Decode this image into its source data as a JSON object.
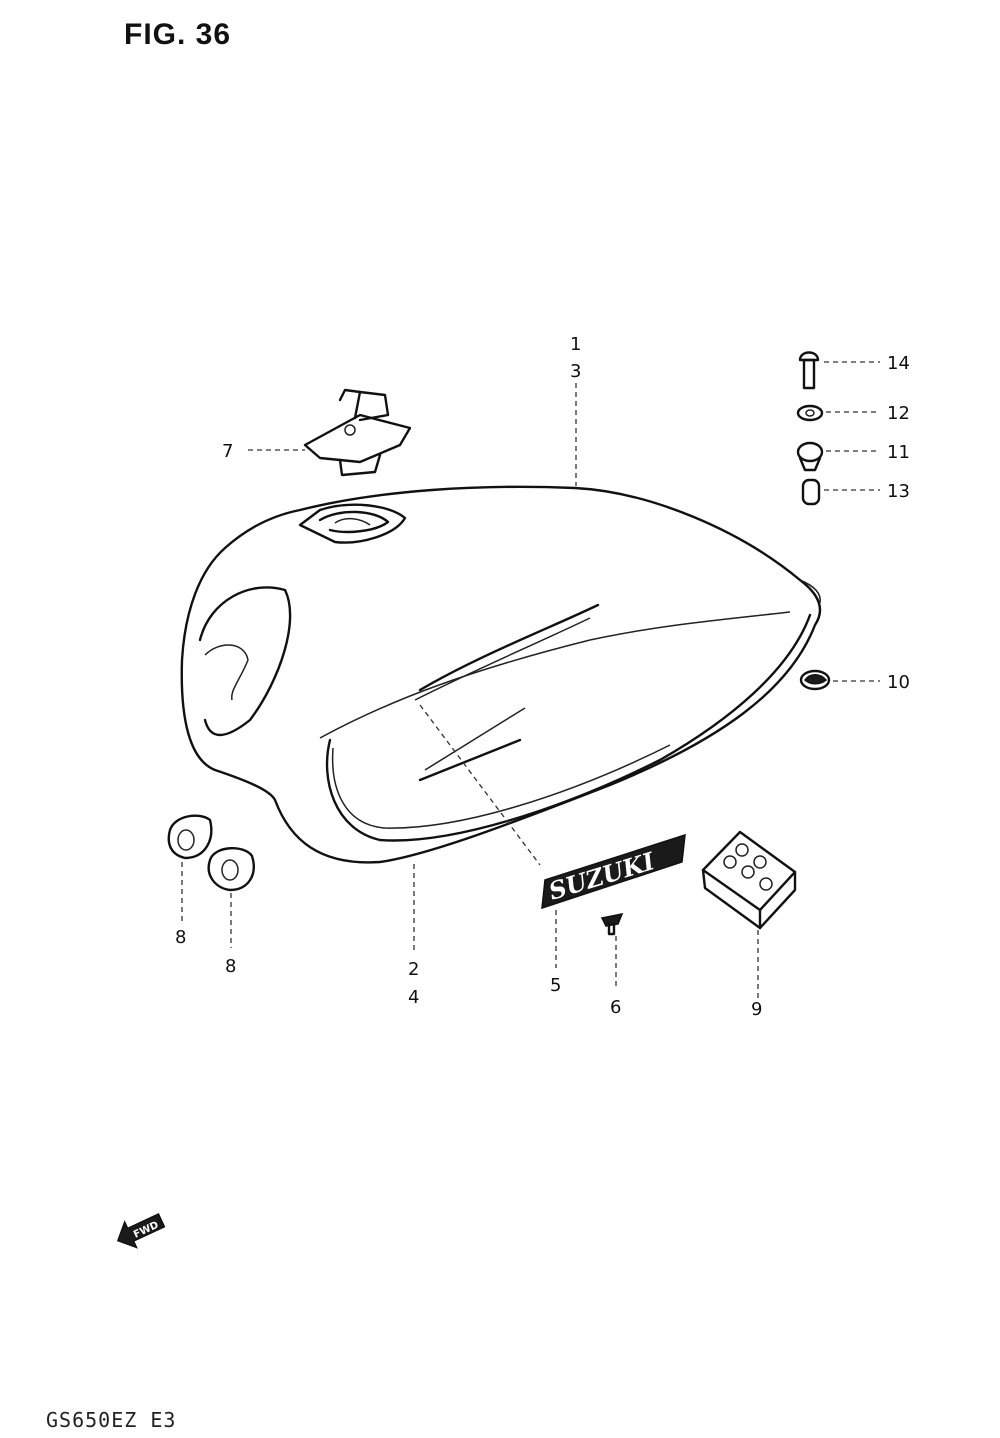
{
  "figure": {
    "title": "FIG. 36",
    "model_code": "GS650EZ E3"
  },
  "direction_badge": {
    "label": "FWD",
    "icon": "arrow-left-icon"
  },
  "emblem_text": "SUZUKI",
  "callouts": [
    {
      "id": "c1",
      "label": "1"
    },
    {
      "id": "c3",
      "label": "3"
    },
    {
      "id": "c7",
      "label": "7"
    },
    {
      "id": "c14",
      "label": "14"
    },
    {
      "id": "c12",
      "label": "12"
    },
    {
      "id": "c11",
      "label": "11"
    },
    {
      "id": "c13",
      "label": "13"
    },
    {
      "id": "c10",
      "label": "10"
    },
    {
      "id": "c8a",
      "label": "8"
    },
    {
      "id": "c8b",
      "label": "8"
    },
    {
      "id": "c2",
      "label": "2"
    },
    {
      "id": "c4",
      "label": "4"
    },
    {
      "id": "c5",
      "label": "5"
    },
    {
      "id": "c6",
      "label": "6"
    },
    {
      "id": "c9",
      "label": "9"
    }
  ]
}
